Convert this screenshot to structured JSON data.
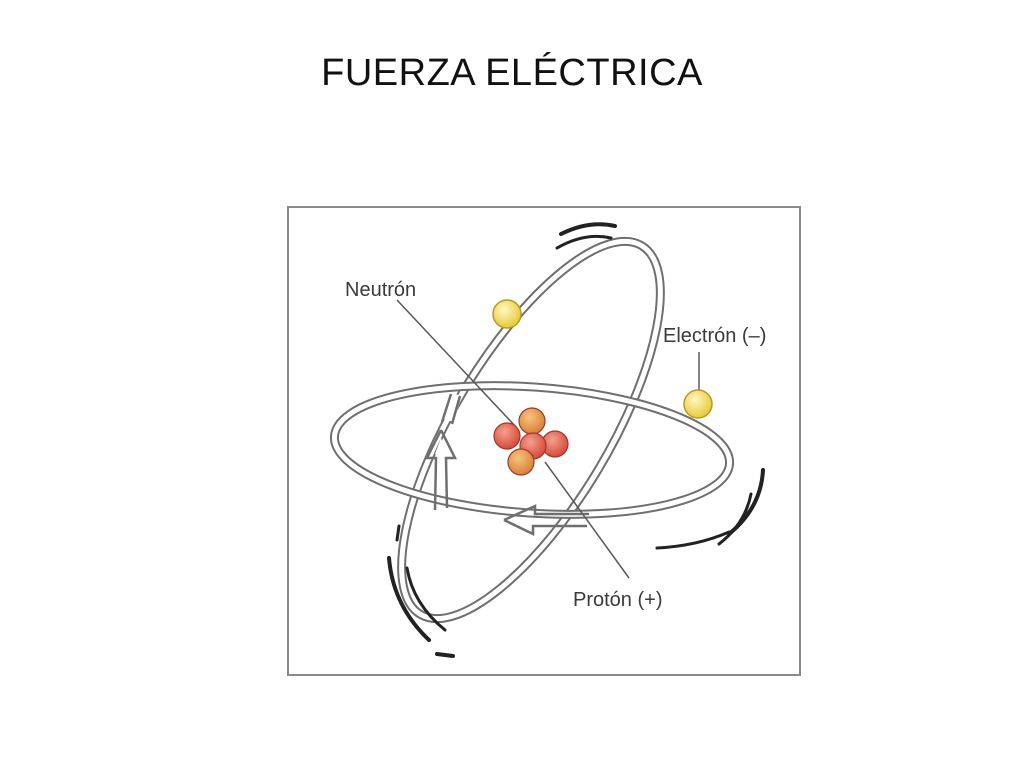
{
  "slide": {
    "title": "FUERZA ELÉCTRICA"
  },
  "diagram": {
    "labels": {
      "neutron": "Neutrón",
      "electron": "Electrón (–)",
      "proton": "Protón (+)"
    },
    "colors": {
      "orbit_stroke": "#6f6f6f",
      "electron_fill": "#f3df5a",
      "proton_fill": "#e0624f",
      "neutron_fill": "#e39a4a",
      "label_text": "#3a3a3a"
    }
  }
}
